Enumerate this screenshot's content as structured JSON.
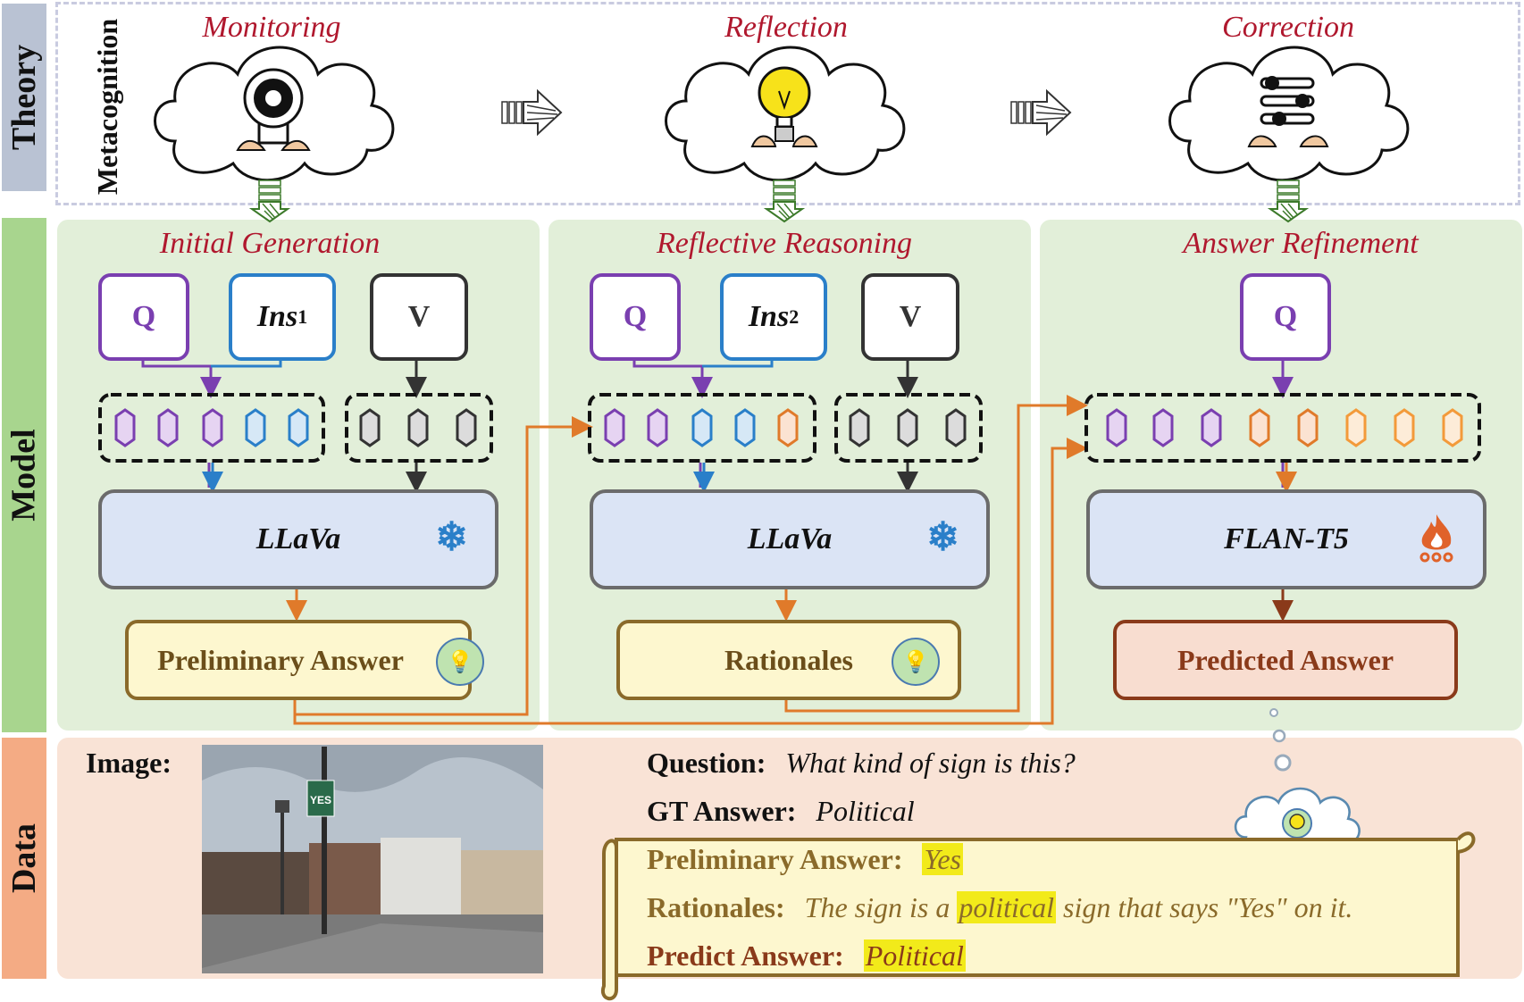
{
  "sidebar": {
    "theory": "Theory",
    "model": "Model",
    "data": "Data",
    "metacognition": "Metacognition"
  },
  "theory_stages": [
    {
      "title": "Monitoring",
      "icon": "webcam-icon"
    },
    {
      "title": "Reflection",
      "icon": "lightbulb-icon"
    },
    {
      "title": "Correction",
      "icon": "sliders-icon"
    }
  ],
  "model_stages": [
    {
      "title": "Initial Generation",
      "inputs": [
        "Q",
        "Ins",
        "V"
      ],
      "ins_sub": "1",
      "model": "LLaVa",
      "model_icon": "snowflake-icon",
      "output": "Preliminary Answer"
    },
    {
      "title": "Reflective Reasoning",
      "inputs": [
        "Q",
        "Ins",
        "V"
      ],
      "ins_sub": "2",
      "model": "LLaVa",
      "model_icon": "snowflake-icon",
      "output": "Rationales"
    },
    {
      "title": "Answer Refinement",
      "inputs": [
        "Q"
      ],
      "model": "FLAN-T5",
      "model_icon": "fire-icon",
      "output": "Predicted Answer"
    }
  ],
  "data": {
    "image_label": "Image:",
    "question_label": "Question:",
    "question": "What kind of sign is this?",
    "gt_label": "GT Answer:",
    "gt": "Political",
    "prelim_label": "Preliminary Answer:",
    "prelim": "Yes",
    "rationale_label": "Rationales:",
    "rationale_pre": "The sign is a",
    "rationale_hl": "political",
    "rationale_post": "sign that says \"Yes\" on it.",
    "predict_label": "Predict Answer:",
    "predict": "Political",
    "photo_sign": "YES"
  },
  "colors": {
    "purple": "#7a3fb0",
    "blue": "#2a7fc9",
    "gray": "#333333",
    "orange": "#e07a2a",
    "title_red": "#b0182e"
  }
}
